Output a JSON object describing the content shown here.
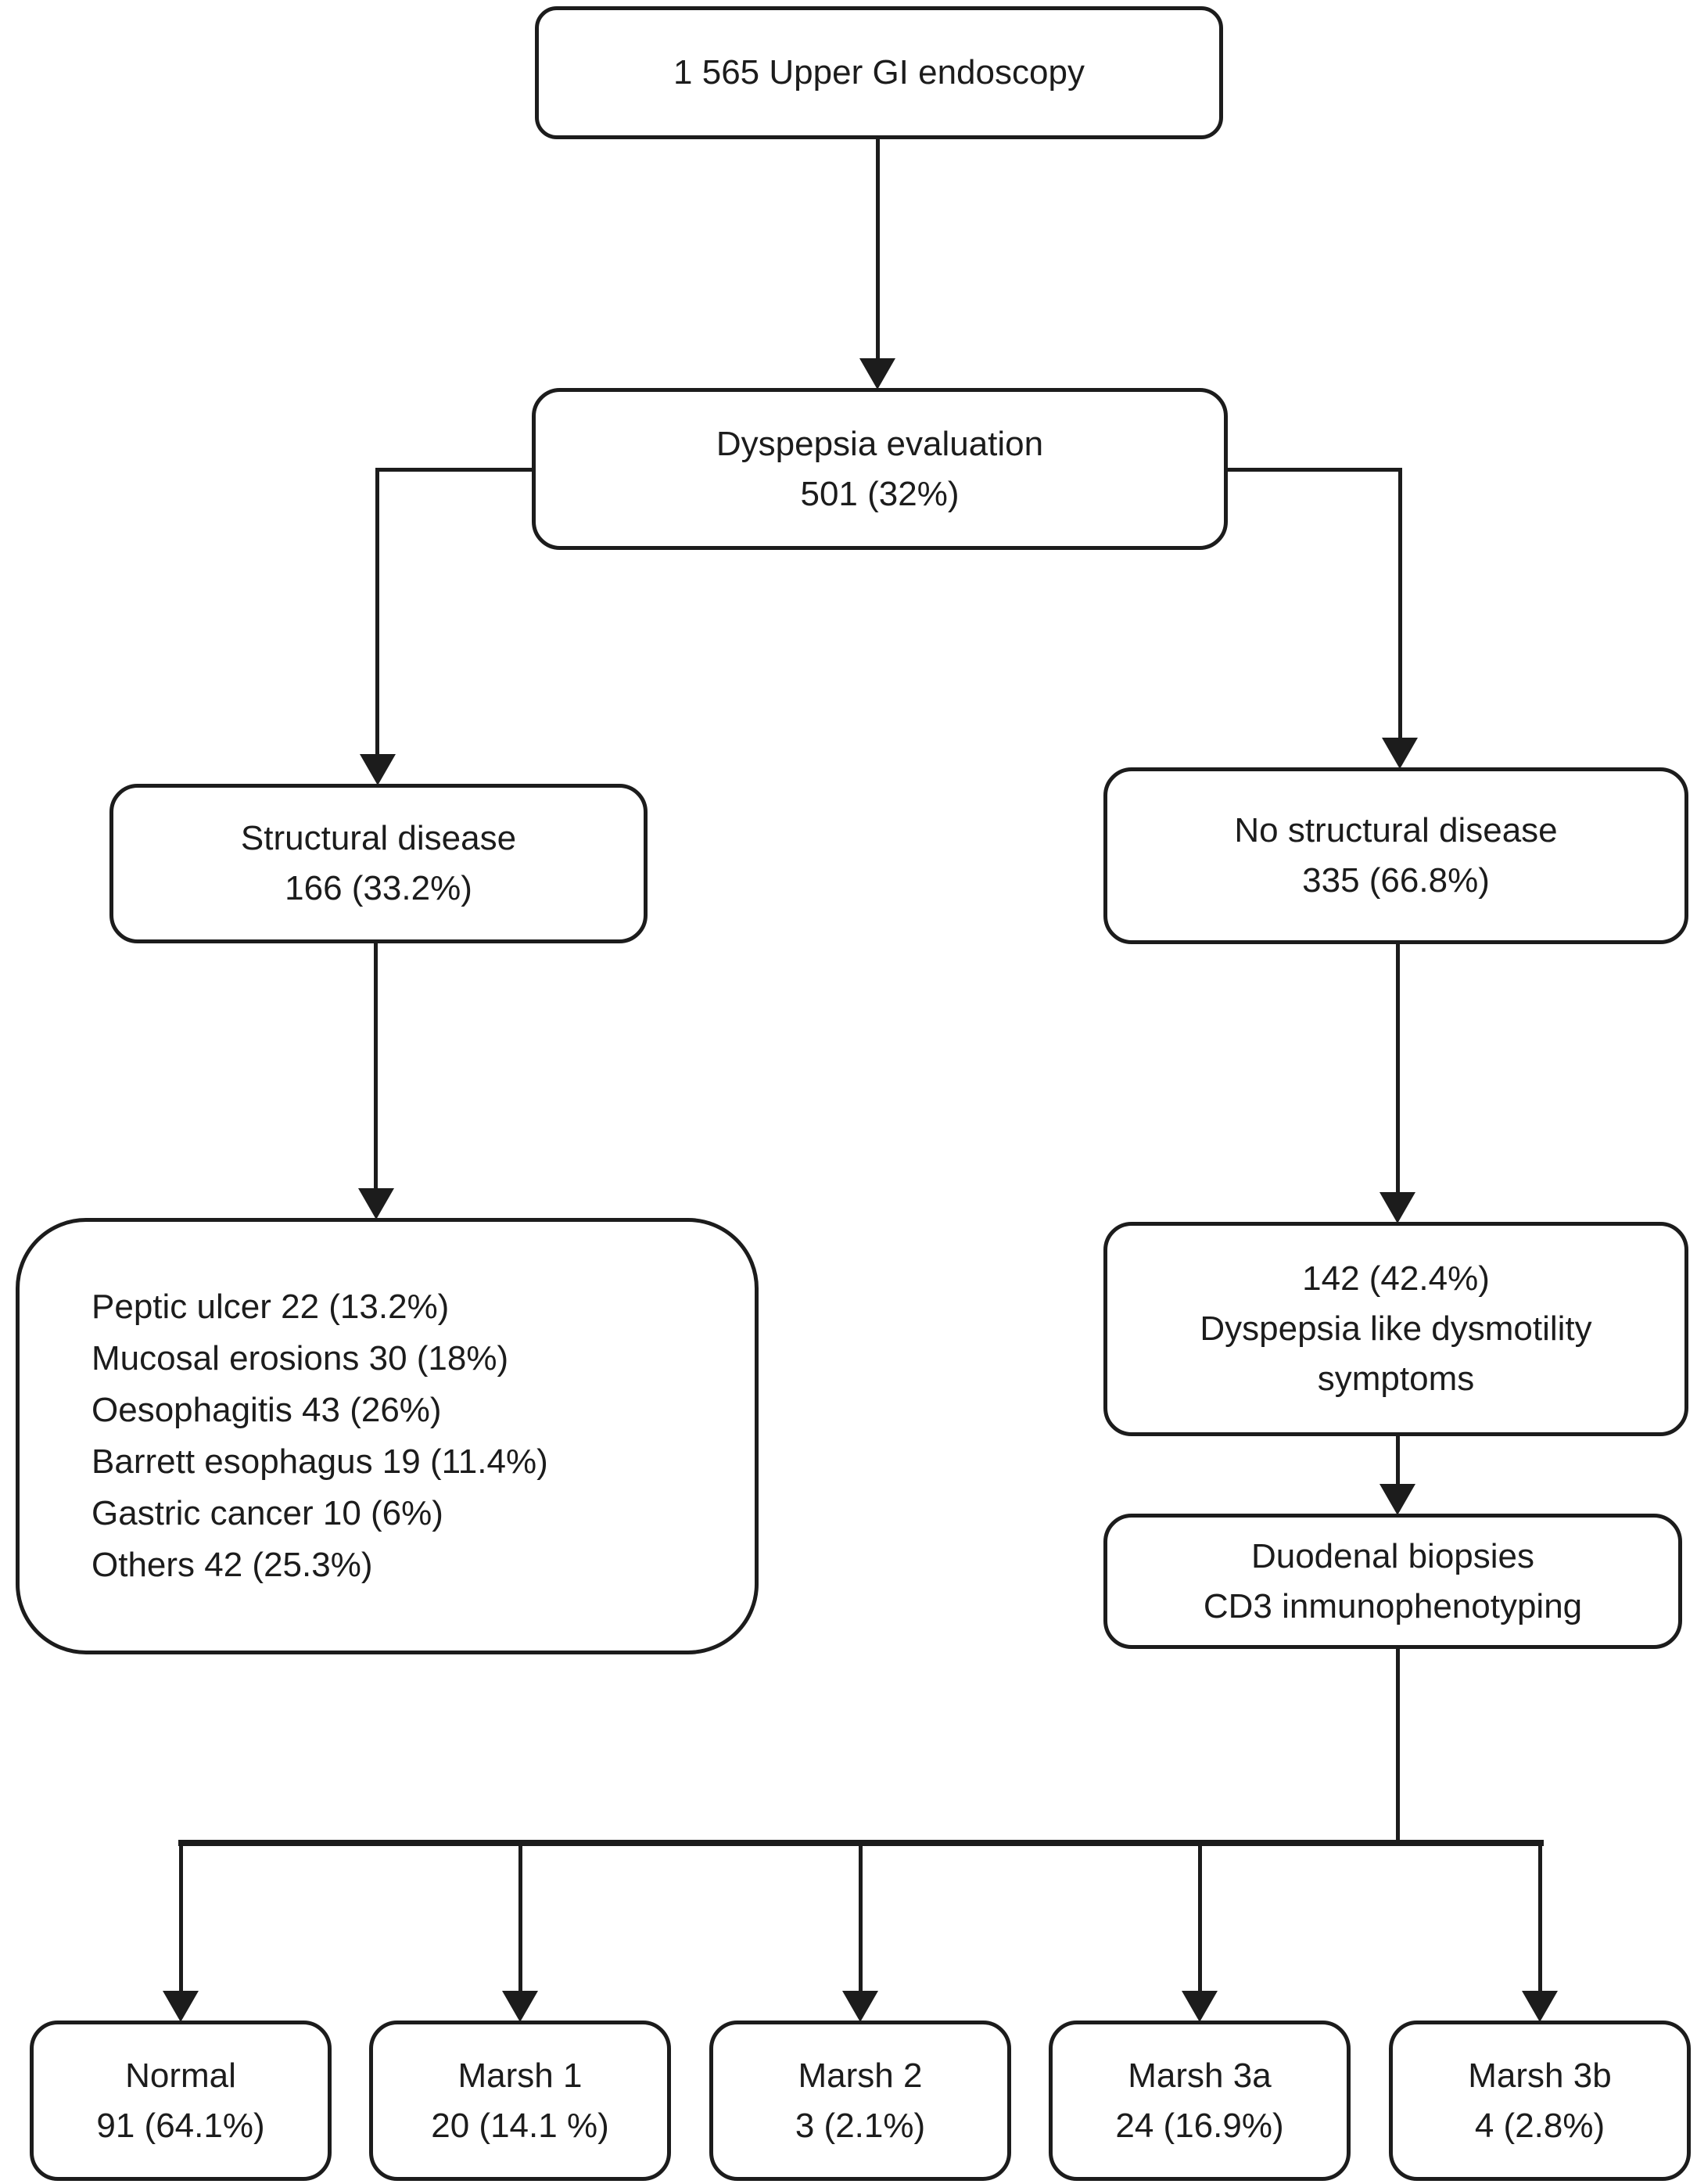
{
  "diagram": {
    "kind": "patient-flow-chart",
    "colors": {
      "background": "#ffffff",
      "line": "#1c1c1c",
      "box_fill": "#ffffff"
    },
    "nodes": {
      "endoscopy": {
        "line1": "1 565 Upper GI endoscopy"
      },
      "dyspepsia": {
        "line1": "Dyspepsia evaluation",
        "line2": "501 (32%)"
      },
      "structural": {
        "line1": "Structural disease",
        "line2": "166 (33.2%)"
      },
      "no_structural": {
        "line1": "No structural disease",
        "line2": "335 (66.8%)"
      },
      "findings": {
        "line1": "Peptic ulcer 22 (13.2%)",
        "line2": "Mucosal erosions 30 (18%)",
        "line3": "Oesophagitis 43 (26%)",
        "line4": "Barrett esophagus 19 (11.4%)",
        "line5": "Gastric cancer 10 (6%)",
        "line6": "Others 42 (25.3%)"
      },
      "dysmotility": {
        "line1": "142 (42.4%)",
        "line2": "Dyspepsia like dysmotility",
        "line3": "symptoms"
      },
      "biopsies": {
        "line1": "Duodenal biopsies",
        "line2": "CD3 inmunophenotyping"
      },
      "marsh": [
        {
          "label": "Normal",
          "value": "91 (64.1%)"
        },
        {
          "label": "Marsh 1",
          "value": "20 (14.1 %)"
        },
        {
          "label": "Marsh 2",
          "value": "3 (2.1%)"
        },
        {
          "label": "Marsh 3a",
          "value": "24 (16.9%)"
        },
        {
          "label": "Marsh 3b",
          "value": "4 (2.8%)"
        }
      ]
    }
  }
}
